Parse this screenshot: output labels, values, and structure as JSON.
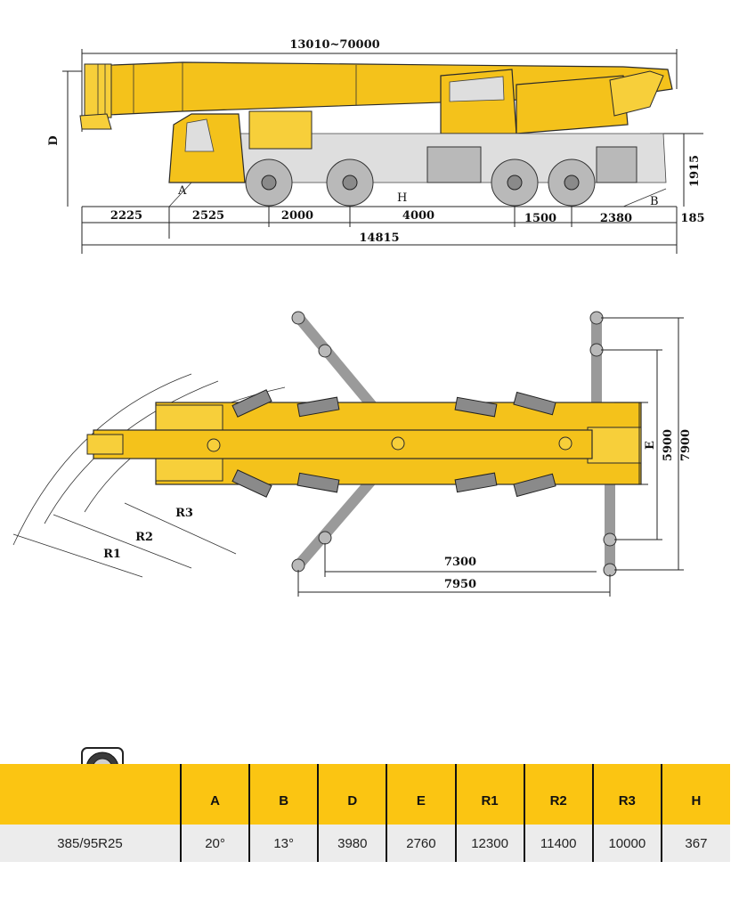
{
  "side_view": {
    "boom_length": "13010~70000",
    "height_label": "D",
    "right_height": "1915",
    "label_a": "A",
    "label_b": "B",
    "label_h": "H",
    "segments": [
      "2225",
      "2525",
      "2000",
      "4000",
      "1500",
      "2380"
    ],
    "rear_overhang": "185",
    "total_length": "14815"
  },
  "top_view": {
    "label_e": "E",
    "width_inner": "5900",
    "width_outer": "7900",
    "length_inner": "7300",
    "length_outer": "7950",
    "radius_labels": [
      "R1",
      "R2",
      "R3"
    ]
  },
  "spec_table": {
    "icon": "tire-icon",
    "columns": [
      "A",
      "B",
      "D",
      "E",
      "R1",
      "R2",
      "R3",
      "H"
    ],
    "row": {
      "tire": "385/95R25",
      "values": [
        "20°",
        "13°",
        "3980",
        "2760",
        "12300",
        "11400",
        "10000",
        "367"
      ]
    }
  },
  "colors": {
    "crane_yellow": "#f4c21b",
    "header_yellow": "#fbc512",
    "row_grey": "#ececec"
  }
}
